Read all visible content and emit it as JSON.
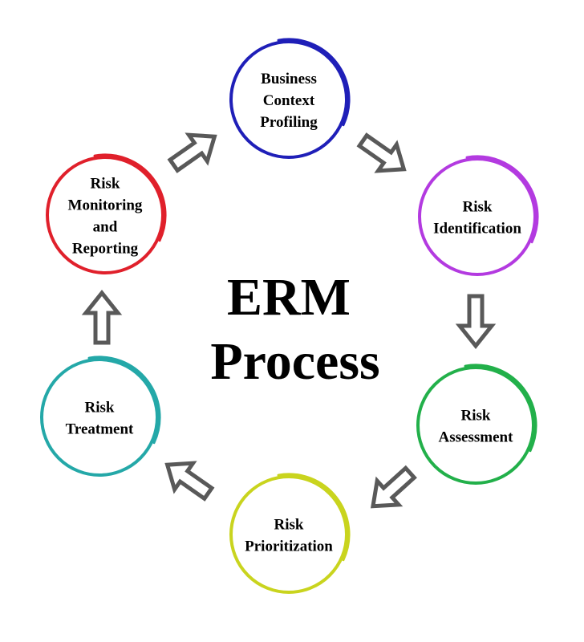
{
  "title": {
    "line1": "ERM",
    "line2": "Process"
  },
  "steps": [
    {
      "id": "business-context-profiling",
      "lines": [
        "Business",
        "Context",
        "Profiling"
      ],
      "color": "#1f1fb8"
    },
    {
      "id": "risk-identification",
      "lines": [
        "Risk",
        "Identification"
      ],
      "color": "#b33ae0"
    },
    {
      "id": "risk-assessment",
      "lines": [
        "Risk",
        "Assessment"
      ],
      "color": "#22b04a"
    },
    {
      "id": "risk-prioritization",
      "lines": [
        "Risk",
        "Prioritization"
      ],
      "color": "#c9d41e"
    },
    {
      "id": "risk-treatment",
      "lines": [
        "Risk",
        "Treatment"
      ],
      "color": "#24a8a8"
    },
    {
      "id": "risk-monitoring-and-reporting",
      "lines": [
        "Risk",
        "Monitoring",
        "and",
        "Reporting"
      ],
      "color": "#e0202b"
    }
  ],
  "arrow_color": "#595959"
}
